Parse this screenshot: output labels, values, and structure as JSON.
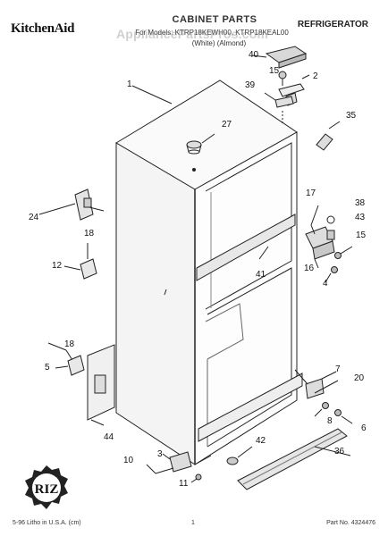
{
  "header": {
    "brand": "KitchenAid",
    "title": "CABINET PARTS",
    "models": "For Models: KTRP18KEWH00, KTRP18KEAL00",
    "variants": "(White)     (Almond)",
    "product": "REFRIGERATOR",
    "watermark": "AppliancePartsPros.com"
  },
  "labels": {
    "p1": "1",
    "p2": "2",
    "p3": "3",
    "p4": "4",
    "p5": "5",
    "p6": "6",
    "p7": "7",
    "p8": "8",
    "p10": "10",
    "p11": "11",
    "p12": "12",
    "p15a": "15",
    "p15b": "15",
    "p16": "16",
    "p17": "17",
    "p18a": "18",
    "p18b": "18",
    "p20": "20",
    "p24": "24",
    "p27": "27",
    "p35": "35",
    "p36": "36",
    "p38": "38",
    "p39": "39",
    "p40": "40",
    "p41": "41",
    "p42": "42",
    "p43": "43",
    "p44": "44"
  },
  "logo": {
    "text": "RIZ"
  },
  "footer": {
    "left": "5-96 Litho in U.S.A. (cm)",
    "page": "1",
    "part_no": "Part No. 4324476"
  }
}
